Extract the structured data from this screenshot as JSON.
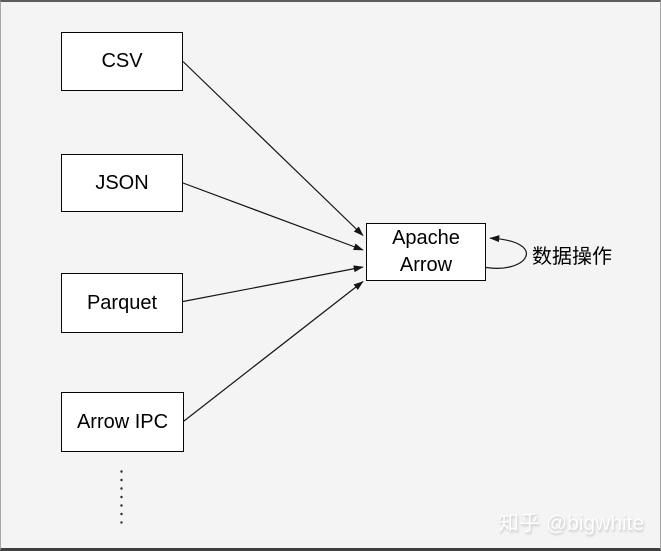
{
  "canvas": {
    "background_color": "#f4f4f4",
    "node_background_color": "#ffffff",
    "node_border_color": "#060606",
    "arrow_color": "#151515",
    "watermark_color": "#ffffff"
  },
  "nodes": {
    "sources": [
      {
        "id": "csv",
        "label": "CSV"
      },
      {
        "id": "json",
        "label": "JSON"
      },
      {
        "id": "parquet",
        "label": "Parquet"
      },
      {
        "id": "arrow-ipc",
        "label": "Arrow IPC"
      }
    ],
    "target": {
      "id": "apache-arrow",
      "label_line1": "Apache",
      "label_line2": "Arrow"
    }
  },
  "annotations": {
    "loop_label": "数据操作",
    "watermark": "知乎 @bigwhite"
  }
}
